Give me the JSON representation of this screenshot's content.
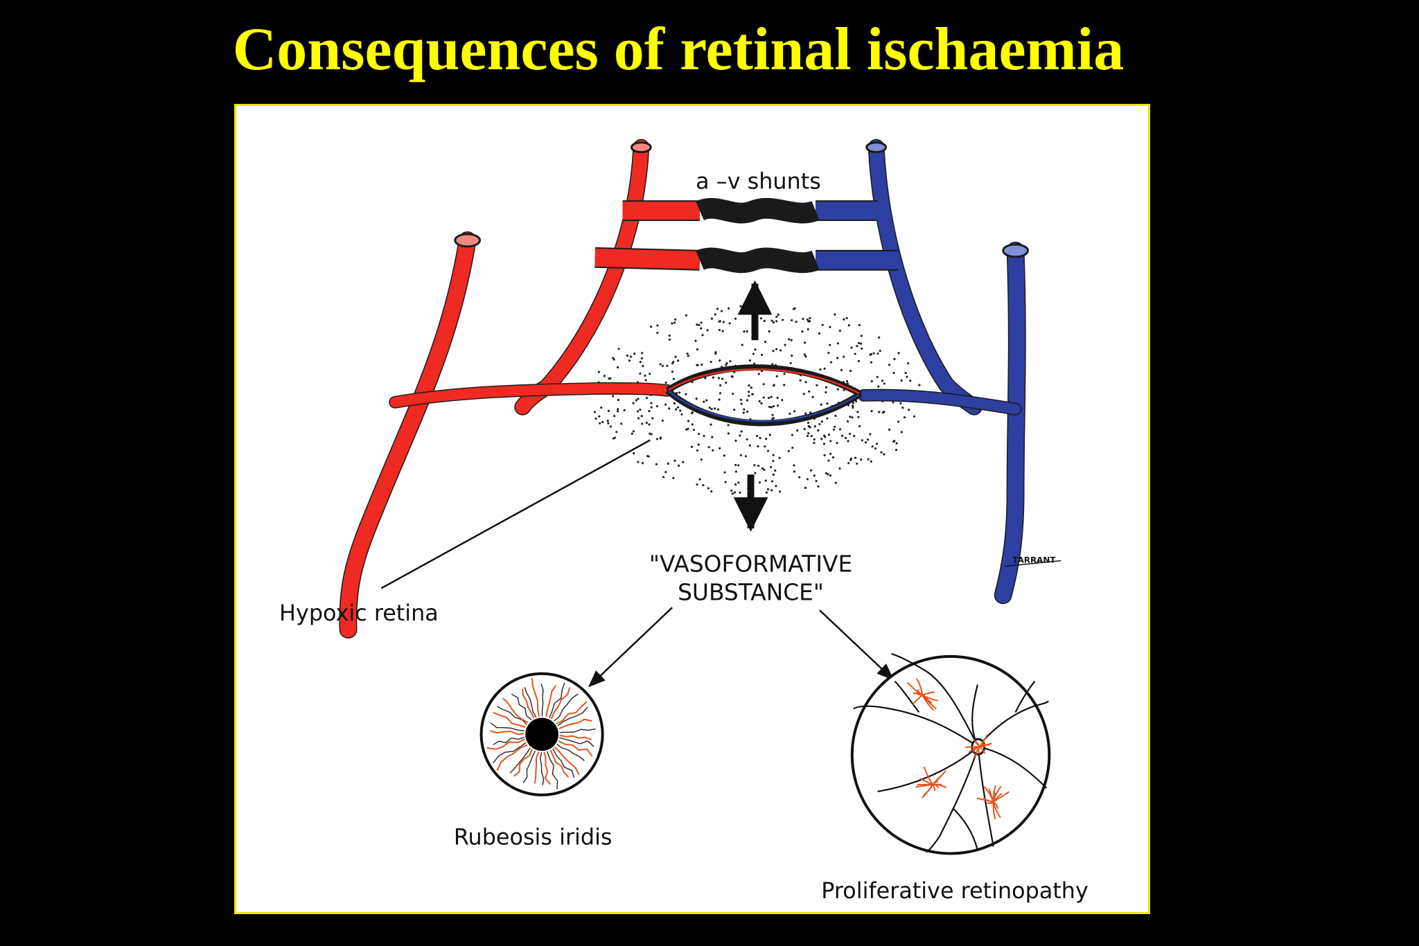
{
  "slide": {
    "title": "Consequences of retinal ischaemia"
  },
  "diagram": {
    "labels": {
      "shunts": "a –v shunts",
      "substance_line1": "\"VASOFORMATIVE",
      "substance_line2": "SUBSTANCE\"",
      "hypoxic": "Hypoxic retina",
      "rubeosis": "Rubeosis iridis",
      "proliferative": "Proliferative retinopathy",
      "artist_signature": "TARRANT"
    },
    "colors": {
      "artery": "#ee2a22",
      "vein": "#2d3fa0",
      "shunt_dark": "#1a1a1a",
      "title": "#ffff00",
      "neovascular": "#e2551d"
    }
  }
}
